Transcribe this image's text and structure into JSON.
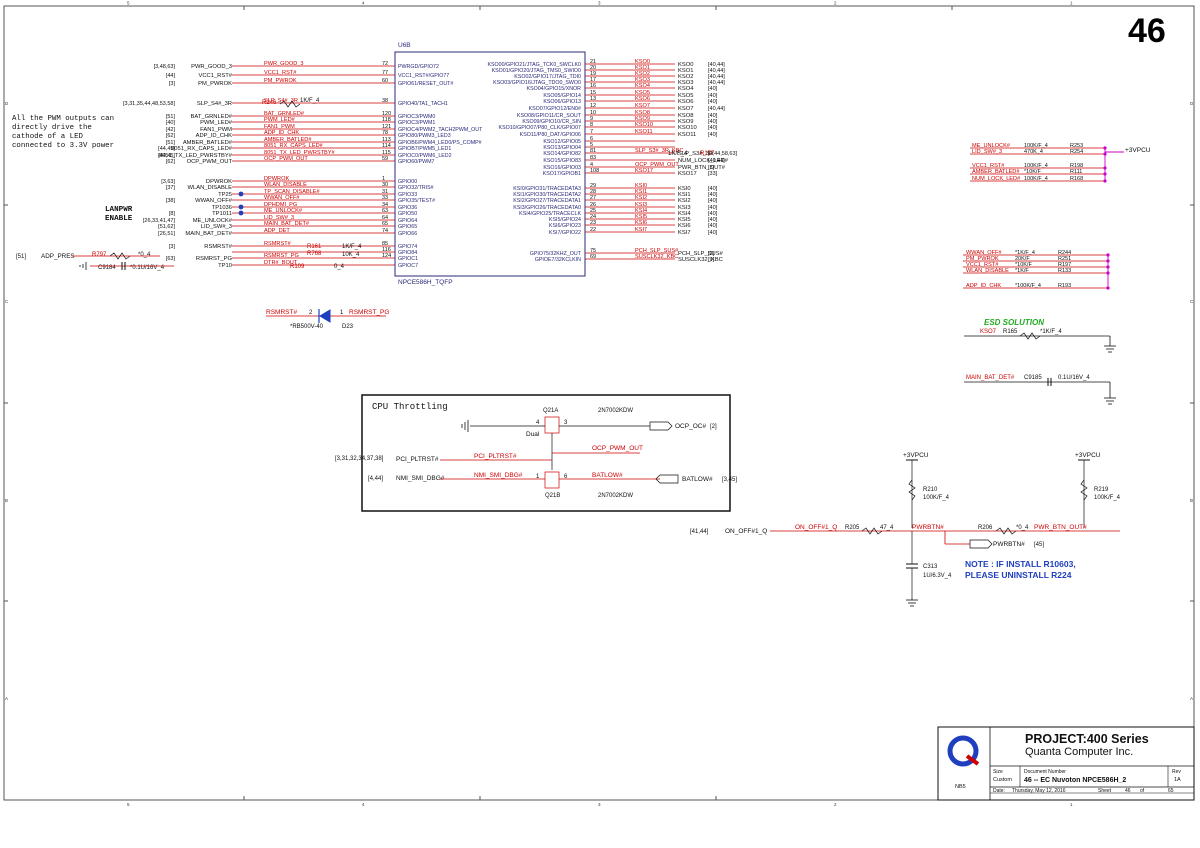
{
  "page": {
    "number": "46"
  },
  "chip": {
    "ref": "U6B",
    "part": "NPCE586H_TQFP"
  },
  "left_pins": [
    {
      "net": "PWR_GOOD_3",
      "refs": "[3,48,63]",
      "pin": "72",
      "name": "PWRGD/GPIO72",
      "label": "PWR_GOOD_3"
    },
    {
      "net": "VCC1_RST#",
      "refs": "[44]",
      "pin": "77",
      "name": "VCC1_RST#/GPIO77",
      "label": "VCC1_RST#"
    },
    {
      "net": "PM_PWROK",
      "refs": "[3]",
      "pin": "60",
      "name": "GPIO61/RESET_OUT#",
      "label": "PM_PWROK"
    },
    {
      "net": "SLP_S4#_3R",
      "refs": "[3,31,35,44,48,53,58]",
      "pin": "38",
      "name": "GPIO40/TA1_TACH1",
      "label": "SLP_S4#_3R"
    },
    {
      "net": "BAT_GRNLED#",
      "refs": "[51]",
      "pin": "120",
      "name": "GPIOC3/PWM0",
      "label": "BAT_GRNLED#"
    },
    {
      "net": "PWM_LED#",
      "refs": "[40]",
      "pin": "118",
      "name": "GPIOC3/PWM1",
      "label": "PWM_LED#"
    },
    {
      "net": "FAN1_PWM",
      "refs": "[42]",
      "pin": "121",
      "name": "GPIOC4/PWM2_TACH2PWM_OUT",
      "label": "FAN1_PWM"
    },
    {
      "net": "ADP_ID_CHK",
      "refs": "[62]",
      "pin": "78",
      "name": "GPIO80/PWM3_LED3",
      "label": "ADP_ID_CHK"
    },
    {
      "net": "AMBER_BATLED#",
      "refs": "[51]",
      "pin": "113",
      "name": "GPIOB6/PWM4_LED0/PS_COMP#",
      "label": "AMBER_BATLED#"
    },
    {
      "net": "8051_RX_CAPS_LED#",
      "refs": "[44,45]",
      "pin": "114",
      "name": "GPIOB7/PWM5_LED1",
      "label": "8051_RX_CAPS_LED#"
    },
    {
      "net": "8051_TX_LED_PWRSTBY#",
      "refs": "[44,45]",
      "pin": "115",
      "name": "GPIOC0/PWM6_LED2",
      "label": "8051_TX_LED_PWRSTBY#"
    },
    {
      "net": "OCP_PWM_OUT",
      "refs": "[62]",
      "pin": "59",
      "name": "GPIO60/PWM7",
      "label": "OCP_PWM_OUT"
    },
    {
      "net": "DPWROK",
      "refs": "[3,63]",
      "pin": "1",
      "name": "GPIO00",
      "label": "DPWROK"
    },
    {
      "net": "WLAN_DISABLE",
      "refs": "[37]",
      "pin": "30",
      "name": "GPIO32/TRIS#",
      "label": "WLAN_DISABLE"
    },
    {
      "net": "TP_SCAN_DISABLE#",
      "refs": "",
      "pin": "31",
      "name": "GPIO33",
      "label": "TP25"
    },
    {
      "net": "WWAN_OFF#",
      "refs": "[38]",
      "pin": "33",
      "name": "GPIO35/TEST#",
      "label": "WWAN_OFF#"
    },
    {
      "net": "DPHDMI_PG",
      "refs": "",
      "pin": "34",
      "name": "GPIO36",
      "label": "TP1036"
    },
    {
      "net": "ME_UNLOCK#",
      "refs": "[8]",
      "pin": "63",
      "name": "GPIO50",
      "label": "TP1011"
    },
    {
      "net": "LID_SW#_3",
      "refs": "[26,33,41,47]",
      "pin": "64",
      "name": "GPIO64",
      "label": "ME_UNLOCK#"
    },
    {
      "net": "MAIN_BAT_DET#",
      "refs": "[51,62]",
      "pin": "65",
      "name": "GPIO65",
      "label": "LID_SW#_3"
    },
    {
      "net": "ADP_DET",
      "refs": "[26,51]",
      "pin": "74",
      "name": "GPIO66",
      "label": "MAIN_BAT_DET#"
    },
    {
      "net": "RSMRST#",
      "refs": "[3]",
      "pin": "85",
      "name": "GPIO74",
      "label": "RSMRST#"
    },
    {
      "net": "",
      "refs": "",
      "pin": "116",
      "name": "GPIO84",
      "label": ""
    },
    {
      "net": "RSMRST_PG",
      "refs": "[63]",
      "pin": "124",
      "name": "GPIOC1",
      "label": "RSMRST_PG"
    },
    {
      "net": "DTR#_BOUT",
      "refs": "",
      "pin": "",
      "name": "GPIOC7",
      "label": "TP10"
    }
  ],
  "right_pins": [
    {
      "pin": "21",
      "name": "KSO00/GPIO21/JTAG_TCK0_SWCLK0",
      "net": "KSO0",
      "label": "KSO0",
      "refs": "[40,44]"
    },
    {
      "pin": "20",
      "name": "KSO01/GPIO20/JTAG_TMS0_SWIO0",
      "net": "KSO1",
      "label": "KSO1",
      "refs": "[40,44]"
    },
    {
      "pin": "19",
      "name": "KSO02/GPIO17/JTAG_TDI0",
      "net": "KSO2",
      "label": "KSO2",
      "refs": "[40,44]"
    },
    {
      "pin": "17",
      "name": "KSO03/GPIO16/JTAG_TDO0_SWO0",
      "net": "KSO3",
      "label": "KSO3",
      "refs": "[40,44]"
    },
    {
      "pin": "16",
      "name": "KSO04/GPIO15/XNOR",
      "net": "KSO4",
      "label": "KSO4",
      "refs": "[40]"
    },
    {
      "pin": "15",
      "name": "KSO05/GPIO14",
      "net": "KSO5",
      "label": "KSO5",
      "refs": "[40]"
    },
    {
      "pin": "13",
      "name": "KSO06/GPIO13",
      "net": "KSO6",
      "label": "KSO6",
      "refs": "[40]"
    },
    {
      "pin": "12",
      "name": "KSO07/GPIO12/EN0#",
      "net": "KSO7",
      "label": "KSO7",
      "refs": "[40,44]"
    },
    {
      "pin": "10",
      "name": "KSO08/GPIO11/CR_SOUT",
      "net": "KSO8",
      "label": "KSO8",
      "refs": "[40]"
    },
    {
      "pin": "9",
      "name": "KSO09/GPIO10/CR_SIN",
      "net": "KSO9",
      "label": "KSO9",
      "refs": "[40]"
    },
    {
      "pin": "8",
      "name": "KSO10/GPIO07/P80_CLK/GPIO07",
      "net": "KSO10",
      "label": "KSO10",
      "refs": "[40]"
    },
    {
      "pin": "7",
      "name": "KSO11/P80_DAT/GPIO06",
      "net": "KSO11",
      "label": "KSO11",
      "refs": "[40]"
    },
    {
      "pin": "6",
      "name": "KSO12/GPIO05",
      "net": "",
      "label": "",
      "refs": ""
    },
    {
      "pin": "5",
      "name": "KSO13/GPIO04",
      "net": "",
      "label": "",
      "refs": ""
    },
    {
      "pin": "81",
      "name": "KSO14/GPIO82",
      "net": "SLP_S3#_3R_KBC",
      "label": "SLP_S3#_3R",
      "refs": "[3,44,58,63]"
    },
    {
      "pin": "83",
      "name": "KSO15/GPIO83",
      "net": "",
      "label": "NUM_LOCK_LED#",
      "refs": "[40,44]"
    },
    {
      "pin": "4",
      "name": "KSO16/GPIO03",
      "net": "OCP_PWM_OUT",
      "label": "PWR_BTN_OUT#",
      "refs": "[3]"
    },
    {
      "pin": "108",
      "name": "KSO17/GPIOB1",
      "net": "KSO17",
      "label": "KSO17",
      "refs": "[33]"
    },
    {
      "pin": "29",
      "name": "KSI0/GPIO31/TRACEDATA3",
      "net": "KSI0",
      "label": "KSI0",
      "refs": "[40]"
    },
    {
      "pin": "28",
      "name": "KSI1/GPIO30/TRACEDATA2",
      "net": "KSI1",
      "label": "KSI1",
      "refs": "[40]"
    },
    {
      "pin": "27",
      "name": "KSI2/GPIO27/TRACEDATA1",
      "net": "KSI2",
      "label": "KSI2",
      "refs": "[40]"
    },
    {
      "pin": "26",
      "name": "KSI3/GPIO26/TRACEDATA0",
      "net": "KSI3",
      "label": "KSI3",
      "refs": "[40]"
    },
    {
      "pin": "25",
      "name": "KSI4/GPIO25/TRACECLK",
      "net": "KSI4",
      "label": "KSI4",
      "refs": "[40]"
    },
    {
      "pin": "24",
      "name": "KSI5/GPIO24",
      "net": "KSI5",
      "label": "KSI5",
      "refs": "[40]"
    },
    {
      "pin": "23",
      "name": "KSI6/GPIO23",
      "net": "KSI6",
      "label": "KSI6",
      "refs": "[40]"
    },
    {
      "pin": "22",
      "name": "KSI7/GPIO22",
      "net": "KSI7",
      "label": "KSI7",
      "refs": "[40]"
    },
    {
      "pin": "75",
      "name": "GPIO75/32KHZ_OUT",
      "net": "PCH_SLP_SUS#",
      "label": "PCH_SLP_SUS#",
      "refs": "[3]"
    },
    {
      "pin": "69",
      "name": "GPIOE7/32KCLKIN",
      "net": "SUSCLK32_KBC",
      "label": "SUSCLK32_KBC",
      "refs": "[9]"
    }
  ],
  "notes": {
    "pwm_note": [
      "All the PWM outputs can",
      "directly drive the",
      "cathode of a LED",
      "connected to 3.3V power"
    ],
    "lanpwr": [
      "LANPWR",
      "ENABLE"
    ],
    "esd": "ESD SOLUTION",
    "install_note": [
      "NOTE : IF INSTALL R10603,",
      "PLEASE UNINSTALL R224"
    ]
  },
  "left_misc": {
    "r246": "R246",
    "r246_val": "1K/F_4",
    "r797": "R797",
    "r797_val": "*0_4",
    "adp_pres": "ADP_PRES",
    "adp_pres_ref": "[51]",
    "c9184": "C9184",
    "c9184_val": "*0.1U/16V_4",
    "r161": "R161",
    "r161_val": "1K/F_4",
    "r768": "R768",
    "r768_val": "10K_4",
    "r109": "R109",
    "r109_val": "0_4",
    "d23": "D23",
    "d23_part": "*RB500V-40",
    "rsmrst_a": "RSMRST#",
    "rsmrst_b": "RSMRST_PG",
    "d23_p2": "2",
    "d23_p1": "1",
    "r177": "R177",
    "r177_val": "1K/F_4"
  },
  "right_network": [
    {
      "net": "ME_UNLOCK#",
      "val": "100K/F_4",
      "ref": "R253"
    },
    {
      "net": "LID_SW#_3",
      "val": "470K_4",
      "ref": "R254"
    },
    {
      "net": "VCC1_RST#",
      "val": "100K/F_4",
      "ref": "R198"
    },
    {
      "net": "AMBER_BATLED#",
      "val": "*10K/F",
      "ref": "R111"
    },
    {
      "net": "NUM_LOCK_LED#",
      "val": "100K/F_4",
      "ref": "R168"
    }
  ],
  "right_network2": [
    {
      "net": "WWAN_OFF#",
      "val": "*1K/F_4",
      "ref": "R244"
    },
    {
      "net": "PM_PWROK",
      "val": "20K/F",
      "ref": "R251"
    },
    {
      "net": "VCC1_RST#",
      "val": "*10K/F",
      "ref": "R197"
    },
    {
      "net": "WLAN_DISABLE",
      "val": "*1K/F",
      "ref": "R133"
    },
    {
      "net": "ADP_ID_CHK",
      "val": "*100K/F_4",
      "ref": "R193"
    }
  ],
  "power": {
    "v3pcu": "+3VPCU"
  },
  "esd_part": {
    "net": "KSO7",
    "ref": "R165",
    "val": "*1K/F_4"
  },
  "bat_det": {
    "net": "MAIN_BAT_DET#",
    "ref": "C9185",
    "val": "0.1U/16V_4"
  },
  "throttle": {
    "title": "CPU Throttling",
    "q21a": "Q21A",
    "q21a_part": "2N7002KDW",
    "q21b": "Q21B",
    "q21b_part": "2N7002KDW",
    "dual": "Dual",
    "ocp_oc": "OCP_OC#",
    "ocp_oc_ref": "[2]",
    "ocp_pwm_out": "OCP_PWM_OUT",
    "pci_pltrst": "PCI_PLTRST#",
    "pci_pltrst_ref": "[3,31,32,34,37,38]",
    "nmi": "NMI_SMI_DBG#",
    "nmi_ref": "[4,44]",
    "batlow": "BATLOW#",
    "batlow_ref": "[3,45]",
    "pins": [
      "4",
      "3",
      "1",
      "6"
    ]
  },
  "pwrbtn": {
    "on_off": "ON_OFF#1_Q",
    "on_off_ref": "[41,44]",
    "r205": "R205",
    "r205_val": "47_4",
    "pwrbtn_a": "PWRBTN#",
    "r206": "R206",
    "r206_val": "*0_4",
    "pwr_btn_out": "PWR_BTN_OUT#",
    "pwrbtn_b": "PWRBTN#",
    "pwrbtn_ref": "[45]",
    "r210": "R210",
    "r210_val": "100K/F_4",
    "r219": "R219",
    "r219_val": "100K/F_4",
    "c313": "C313",
    "c313_val": "1U/6.3V_4"
  },
  "border": {
    "cols": [
      "5",
      "4",
      "3",
      "2",
      "1"
    ],
    "rows": [
      "D",
      "C",
      "B",
      "A"
    ]
  },
  "titleblock": {
    "project": "PROJECT:400 Series",
    "company": "Quanta Computer Inc.",
    "logo_text": "NB5",
    "size_label": "Size",
    "size_value": "Custom",
    "docnum_label": "Document Number",
    "docnum_value": "46 -- EC Nuvoton NPCE586H_2",
    "rev_label": "Rev",
    "rev_value": "1A",
    "date_label": "Date:",
    "date_value": "Thursday, May 12, 2016",
    "sheet_label": "Sheet",
    "sheet_value": "46",
    "of_label": "of",
    "of_value": "65"
  },
  "colors": {
    "wire": "#cc0000",
    "chip": "#2a2a7a",
    "text": "#111111",
    "pink": "#cc00cc",
    "green": "#22aa22",
    "note_blue": "#1f3fbf"
  }
}
